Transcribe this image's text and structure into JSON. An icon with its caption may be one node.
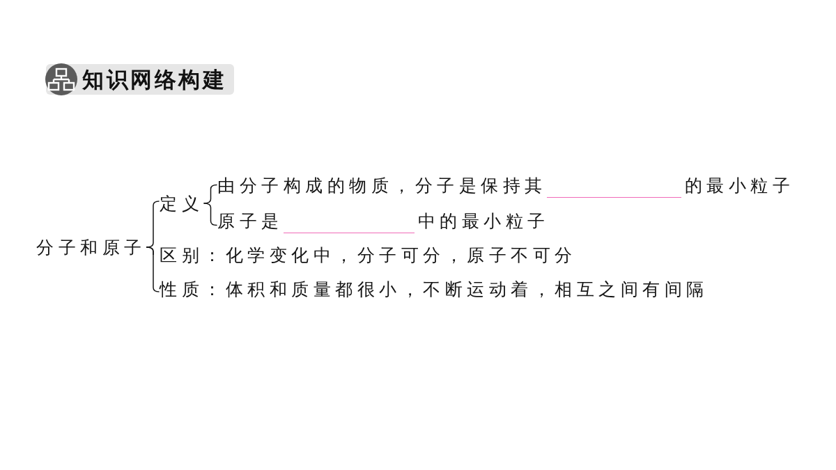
{
  "diagram": {
    "title": "知识网络构建",
    "nodes": [
      {
        "text": [
          "分子和原子"
        ]
      },
      {
        "text": [
          "定义"
        ]
      },
      {
        "text": [
          "由分子构成的物质，分子是保持其",
          "的最小粒子"
        ]
      },
      {
        "text": [
          "原子是",
          "中的最小粒子"
        ]
      },
      {
        "text": [
          "区别：化学变化中，分子可分，原子不可分"
        ]
      },
      {
        "text": [
          "性质：体积和质量都很小，不断运动着，相互之间有间隔"
        ]
      }
    ],
    "edges": [
      {
        "from": 0,
        "to": 1,
        "arrow": "none"
      },
      {
        "from": 0,
        "to": 4,
        "arrow": "none"
      },
      {
        "from": 0,
        "to": 5,
        "arrow": "none"
      },
      {
        "from": 1,
        "to": 2,
        "arrow": "none"
      },
      {
        "from": 1,
        "to": 3,
        "arrow": "none"
      }
    ]
  }
}
